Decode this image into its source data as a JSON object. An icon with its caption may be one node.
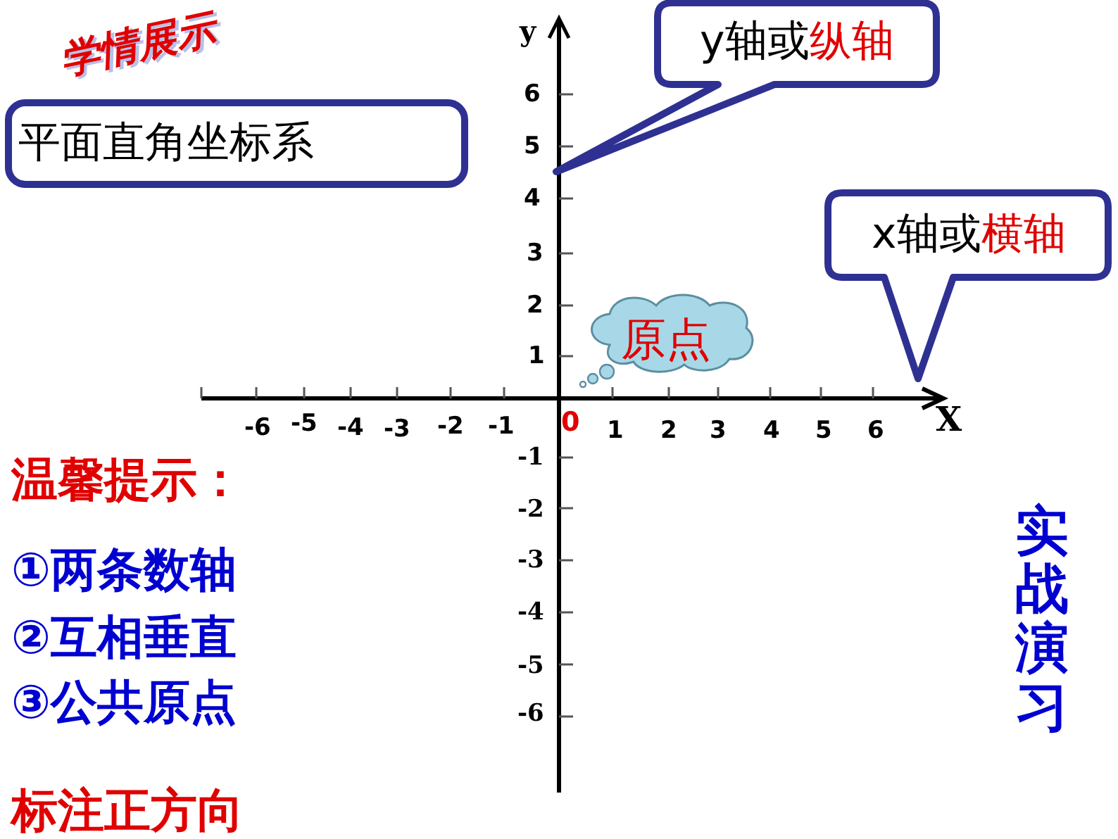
{
  "diagram": {
    "title": "学情展示",
    "nodes": [
      {
        "text": [
          "y轴或**纵轴**"
        ]
      },
      {
        "text": [
          "x轴或**横轴**"
        ]
      },
      {
        "text": [
          "原点"
        ]
      },
      {
        "text": [
          "平面直角坐标系"
        ]
      }
    ],
    "labels": [
      "y",
      "6",
      "5",
      "4",
      "3",
      "2",
      "1",
      "-6",
      "-5",
      "-4",
      "-3",
      "-2",
      "-1",
      "0",
      "1",
      "2",
      "3",
      "4",
      "5",
      "6",
      "X",
      "-1",
      "-2",
      "-3",
      "-4",
      "-5",
      "-6",
      "温馨提示：",
      "①两条数轴",
      "②互相垂直",
      "③公共原点",
      "标注正方向",
      "实战演习"
    ]
  }
}
